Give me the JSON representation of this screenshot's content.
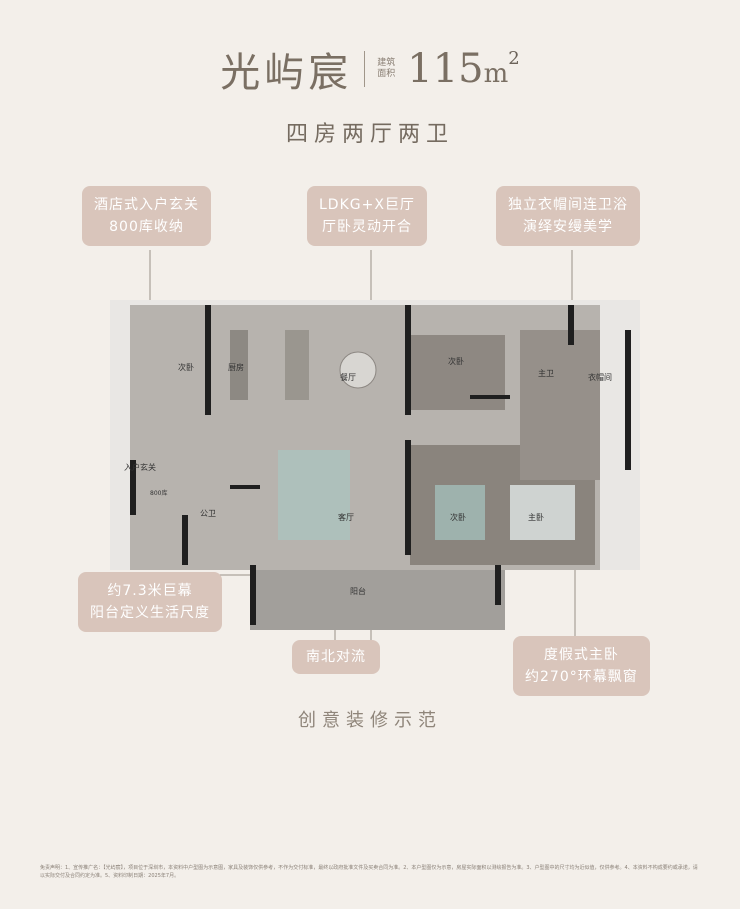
{
  "header": {
    "name": "光屿宸",
    "area_label_line1": "建筑",
    "area_label_line2": "面积",
    "area_value": "115",
    "area_unit": "m",
    "area_exp": "2",
    "layout": "四房两厅两卫"
  },
  "callouts": {
    "entry": [
      "酒店式入户玄关",
      "800库收纳"
    ],
    "ldkg": [
      "LDKG+X巨厅",
      "厅卧灵动开合"
    ],
    "closet": [
      "独立衣帽间连卫浴",
      "演绎安缦美学"
    ],
    "balcony": [
      "约7.3米巨幕",
      "阳台定义生活尺度"
    ],
    "flow": [
      "南北对流"
    ],
    "master": [
      "度假式主卧",
      "约270°环幕飘窗"
    ]
  },
  "rooms": {
    "bedroom_nw": "次卧",
    "kitchen": "厨房",
    "dining": "餐厅",
    "bedroom_n": "次卧",
    "master_bath": "主卫",
    "closet": "衣帽间",
    "entry": "入户玄关",
    "storage": "800库",
    "public_bath": "公卫",
    "living": "客厅",
    "bedroom_s": "次卧",
    "master": "主卧",
    "balcony": "阳台"
  },
  "footer": {
    "tagline": "创意装修示范"
  },
  "disclaimer": "免责声明：1、宣传推广名：【光屿宸】，项目位于深圳市，本资料中户型图为示意图，家具及装饰仅供参考，不作为交付标准，最终以政府批准文件及买卖合同为准。2、本户型图仅为示意，房屋实际面积以测绘报告为准。3、户型图中的尺寸均为近似值，仅供参考。4、本资料不构成要约或承诺，请以实际交付及合同约定为准。5、资料印制日期：2025年7月。"
}
